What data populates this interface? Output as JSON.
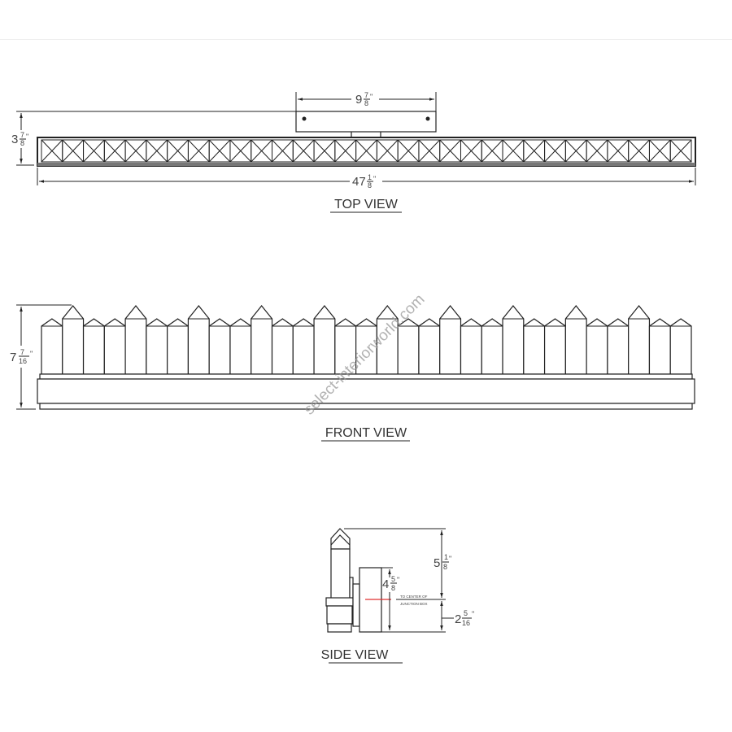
{
  "watermark": "select-interiorworld.com",
  "top_view": {
    "title": "TOP VIEW",
    "mount_width": {
      "whole": "9",
      "num": "7",
      "den": "8",
      "unit": "\""
    },
    "depth": {
      "whole": "3",
      "num": "7",
      "den": "8",
      "unit": "\""
    },
    "length": {
      "whole": "47",
      "num": "1",
      "den": "8",
      "unit": "\""
    }
  },
  "front_view": {
    "title": "FRONT VIEW",
    "height": {
      "whole": "7",
      "num": "7",
      "den": "16",
      "unit": "\""
    }
  },
  "side_view": {
    "title": "SIDE VIEW",
    "overall_above": {
      "whole": "5",
      "num": "1",
      "den": "8",
      "unit": "\""
    },
    "backplate_height": {
      "whole": "4",
      "num": "5",
      "den": "8",
      "unit": "\""
    },
    "below_center": {
      "whole": "2",
      "num": "5",
      "den": "16",
      "unit": "\""
    },
    "junction_note_line1": "TO CENTER OF",
    "junction_note_line2": "JUNCTION BOX"
  },
  "colors": {
    "line": "#222222",
    "junction_marker": "#e03030",
    "watermark": "#999999"
  }
}
